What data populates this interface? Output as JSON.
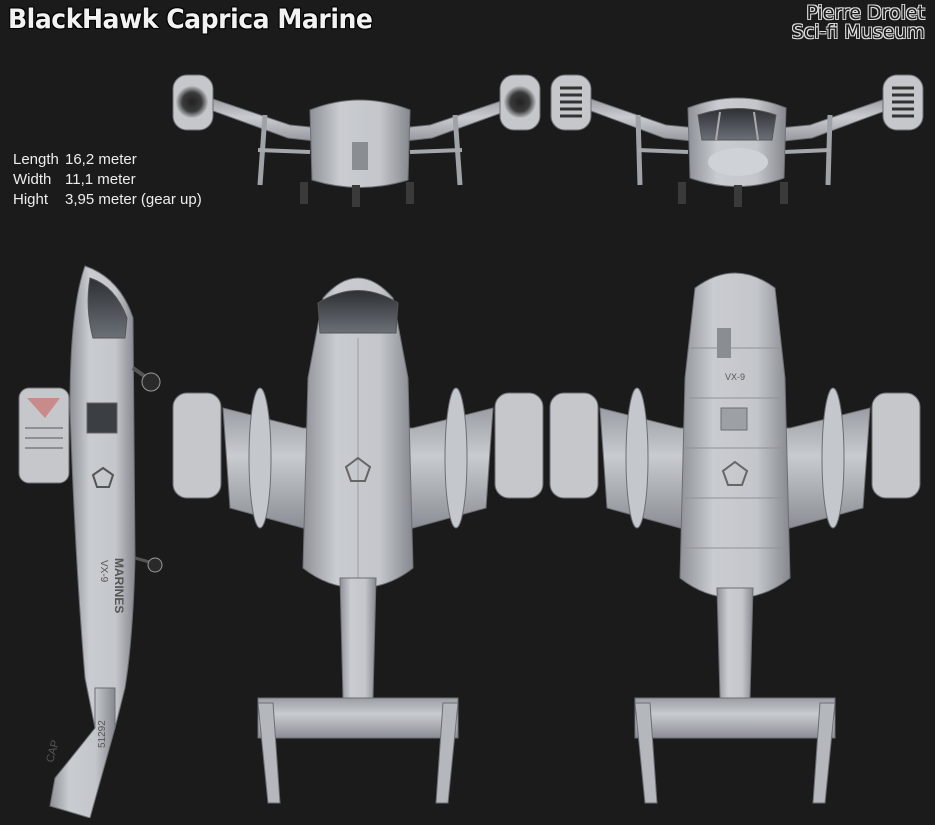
{
  "header": {
    "title": "BlackHawk Caprica Marine",
    "credit_line1": "Pierre Drolet",
    "credit_line2": "Sci-fi Museum"
  },
  "specs": [
    {
      "label": "Length",
      "value": "16,2 meter"
    },
    {
      "label": "Width",
      "value": "11,1 meter"
    },
    {
      "label": "Hight",
      "value": "3,95 meter (gear up)"
    }
  ],
  "markings": {
    "branch": "MARINES",
    "squadron": "VX-9",
    "serial": "51292",
    "tail": "CAP"
  },
  "colors": {
    "background": "#1b1b1b",
    "hull": "#b9bcc1",
    "hull_shadow": "#7d8086",
    "nacelle": "#c6c7ca",
    "text": "#ededed"
  },
  "views": [
    "rear-view",
    "front-view",
    "side-view",
    "top-view",
    "bottom-view"
  ]
}
